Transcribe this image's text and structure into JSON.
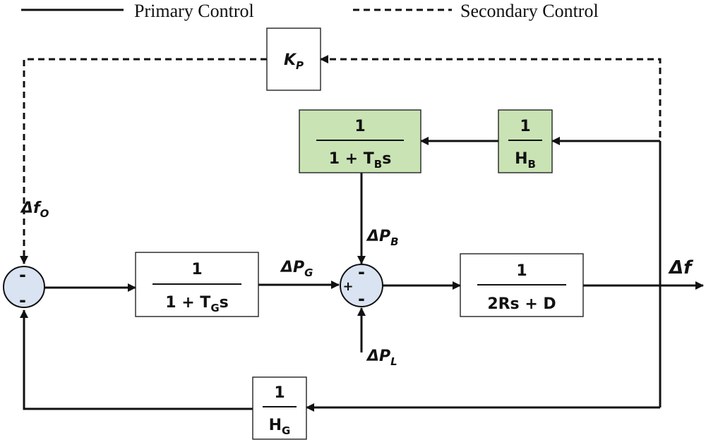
{
  "legend": {
    "primary_label": "Primary Control",
    "secondary_label": "Secondary Control"
  },
  "blocks": {
    "kp": {
      "main": "K",
      "sub": "P"
    },
    "battery_filter": {
      "num": "1",
      "den_main": "1 + T",
      "den_sub": "B",
      "den_tail": "s",
      "color": "#c9e3b4"
    },
    "battery_droop": {
      "num": "1",
      "den_main": "H",
      "den_sub": "B",
      "color": "#c9e3b4"
    },
    "governor": {
      "num": "1",
      "den_main": "1 + T",
      "den_sub": "G",
      "den_tail": "s"
    },
    "system": {
      "num": "1",
      "den": "2Rs + D"
    },
    "governor_droop": {
      "num": "1",
      "den_main": "H",
      "den_sub": "G"
    }
  },
  "signals": {
    "delta_f0": {
      "main": "Δf",
      "sub": "O"
    },
    "delta_pg": {
      "main": "ΔP",
      "sub": "G"
    },
    "delta_pb": {
      "main": "ΔP",
      "sub": "B"
    },
    "delta_pl": {
      "main": "ΔP",
      "sub": "L"
    },
    "delta_f": {
      "main": "Δf"
    }
  },
  "summing_junctions": {
    "left": {
      "top_sign": "-",
      "bottom_sign": "-"
    },
    "middle": {
      "top_sign": "-",
      "left_sign": "+",
      "bottom_sign": "-"
    }
  },
  "colors": {
    "sum_fill": "#d9e3f2",
    "green_block": "#c9e3b4"
  }
}
